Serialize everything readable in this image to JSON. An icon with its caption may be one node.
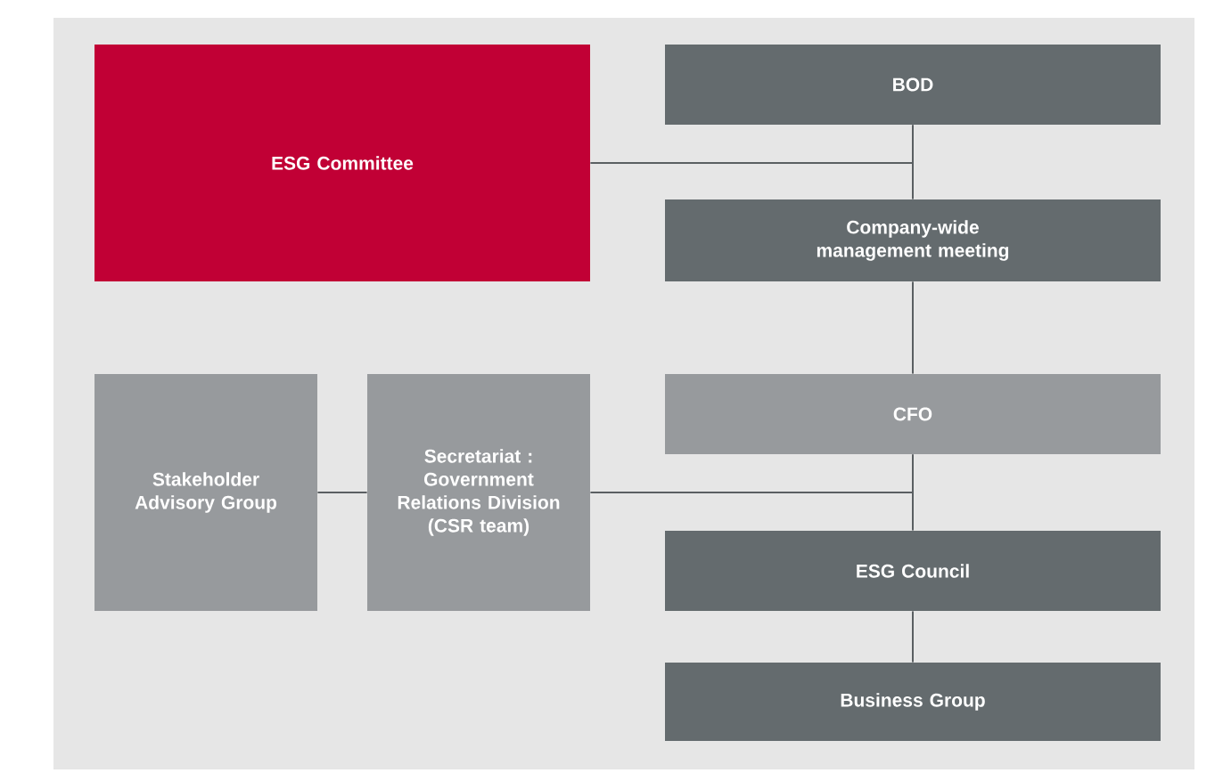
{
  "diagram": {
    "nodes": [
      {
        "text": [
          "ESG Committee"
        ]
      },
      {
        "text": [
          "BOD"
        ]
      },
      {
        "text": [
          "Company-wide management meeting"
        ]
      },
      {
        "text": [
          "Stakeholder Advisory Group"
        ]
      },
      {
        "text": [
          "Secretariat : Government Relations Division (CSR team)"
        ]
      },
      {
        "text": [
          "CFO"
        ]
      },
      {
        "text": [
          "ESG Council"
        ]
      },
      {
        "text": [
          "Business Group"
        ]
      }
    ],
    "edges": [
      {
        "from": 1,
        "to": 2,
        "arrow": "none"
      },
      {
        "from": 0,
        "to": 1,
        "arrow": "none"
      },
      {
        "from": 2,
        "to": 5,
        "arrow": "none"
      },
      {
        "from": 5,
        "to": 6,
        "arrow": "none"
      },
      {
        "from": 4,
        "to": 5,
        "arrow": "none"
      },
      {
        "from": 3,
        "to": 4,
        "arrow": "none"
      },
      {
        "from": 6,
        "to": 7,
        "arrow": "none"
      }
    ]
  }
}
